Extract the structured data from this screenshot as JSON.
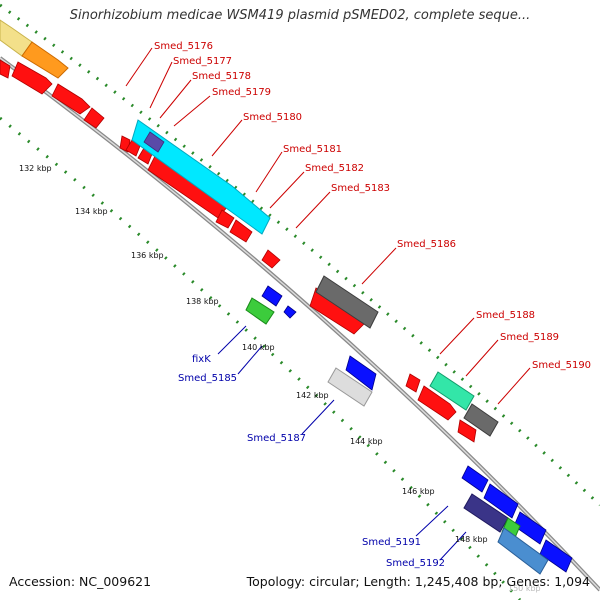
{
  "title": "Sinorhizobium medicae WSM419 plasmid pSMED02, complete seque...",
  "footer": {
    "accession": "Accession: NC_009621",
    "summary": "Topology: circular; Length: 1,245,408 bp; Genes: 1,094"
  },
  "colors": {
    "forward_gene": "#ff0000",
    "reverse_gene": "#0000ff",
    "cyan_feature": "#00e5ff",
    "gray_feature": "#666666",
    "green_feature": "#33cc33",
    "mint_feature": "#33e0a0",
    "label_forward": "#cc0000",
    "label_reverse": "#0000aa",
    "backbone": "#888888",
    "tick": "#228822"
  },
  "ticks": [
    "132 kbp",
    "134 kbp",
    "136 kbp",
    "138 kbp",
    "140 kbp",
    "142 kbp",
    "144 kbp",
    "146 kbp",
    "148 kbp",
    "150 kbp"
  ],
  "forward_labels": [
    "Smed_5176",
    "Smed_5177",
    "Smed_5178",
    "Smed_5179",
    "Smed_5180",
    "Smed_5181",
    "Smed_5182",
    "Smed_5183",
    "Smed_5186",
    "Smed_5188",
    "Smed_5189",
    "Smed_5190"
  ],
  "reverse_labels": [
    "fixK",
    "Smed_5185",
    "Smed_5187",
    "Smed_5191",
    "Smed_5192"
  ]
}
